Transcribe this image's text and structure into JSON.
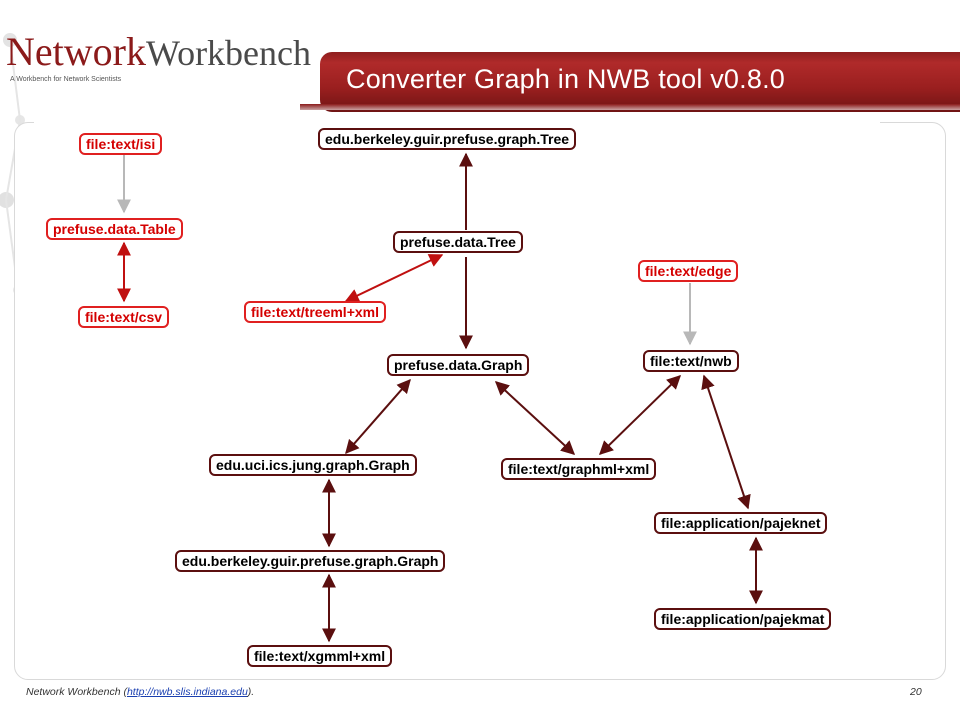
{
  "header": {
    "title": "Converter Graph in NWB tool v0.8.0",
    "logo_part1": "Network",
    "logo_part2": "Workbench",
    "logo_tagline": "A Workbench for Network Scientists"
  },
  "diagram": {
    "nodes": {
      "isi": "file:text/isi",
      "table": "prefuse.data.Table",
      "csv": "file:text/csv",
      "tree_graph": "edu.berkeley.guir.prefuse.graph.Tree",
      "data_tree": "prefuse.data.Tree",
      "treeml": "file:text/treeml+xml",
      "data_graph": "prefuse.data.Graph",
      "edge": "file:text/edge",
      "nwb": "file:text/nwb",
      "jung": "edu.uci.ics.jung.graph.Graph",
      "graphml": "file:text/graphml+xml",
      "pajeknet": "file:application/pajeknet",
      "guir_graph": "edu.berkeley.guir.prefuse.graph.Graph",
      "pajekmat": "file:application/pajekmat",
      "xgmml": "file:text/xgmml+xml"
    },
    "colors": {
      "arrow": "#5b0f0f",
      "red_arrow": "#c01010",
      "gray_arrow": "#b8b8b8"
    }
  },
  "footer": {
    "text_prefix": "Network Workbench (",
    "link": "http://nwb.slis.indiana.edu",
    "text_suffix": ").",
    "page_number": "20"
  }
}
